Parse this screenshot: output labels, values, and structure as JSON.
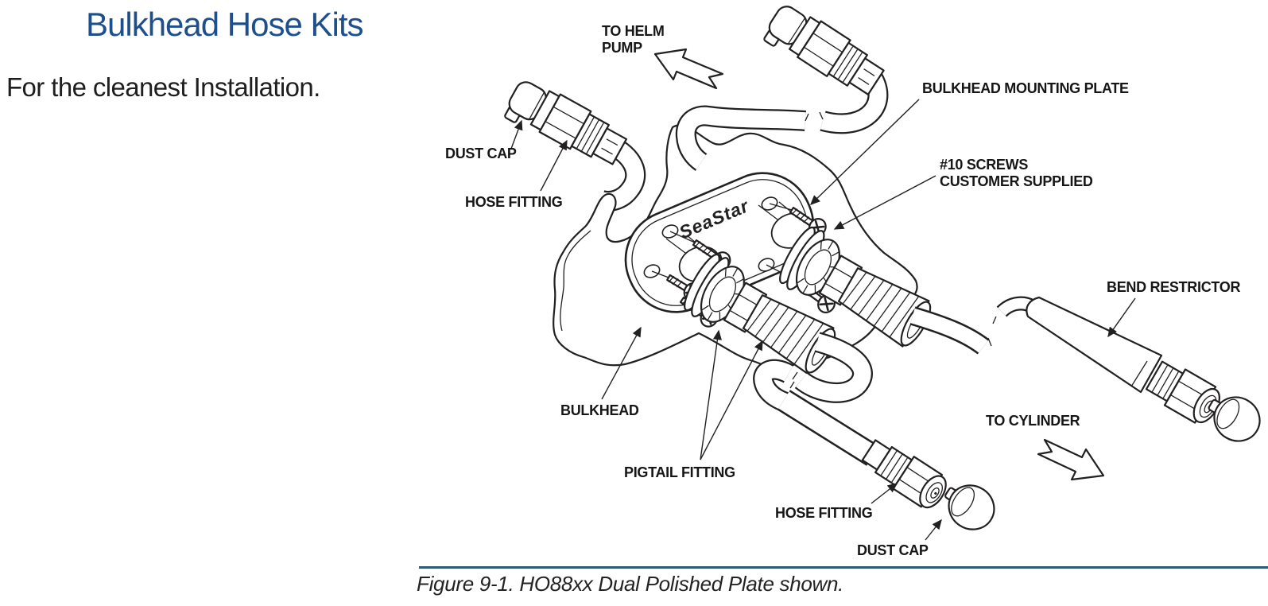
{
  "header": {
    "title": "Bulkhead Hose Kits",
    "subtitle": "For the cleanest Installation."
  },
  "diagram": {
    "plate_brand": "SeaStar",
    "labels": {
      "to_helm_pump_line1": "TO HELM",
      "to_helm_pump_line2": "PUMP",
      "bulkhead_mounting_plate": "BULKHEAD MOUNTING PLATE",
      "dust_cap_top": "DUST CAP",
      "hose_fitting_top": "HOSE FITTING",
      "screws_line1": "#10 SCREWS",
      "screws_line2": "CUSTOMER SUPPLIED",
      "bend_restrictor": "BEND RESTRICTOR",
      "bulkhead": "BULKHEAD",
      "pigtail_fitting": "PIGTAIL FITTING",
      "to_cylinder": "TO CYLINDER",
      "hose_fitting_bottom": "HOSE FITTING",
      "dust_cap_bottom": "DUST CAP"
    }
  },
  "caption": {
    "text": "Figure 9-1. HO88xx Dual Polished Plate shown."
  },
  "colors": {
    "title_blue": "#1d4f8d",
    "caption_rule_blue": "#2e5a78",
    "line_black": "#232020"
  }
}
